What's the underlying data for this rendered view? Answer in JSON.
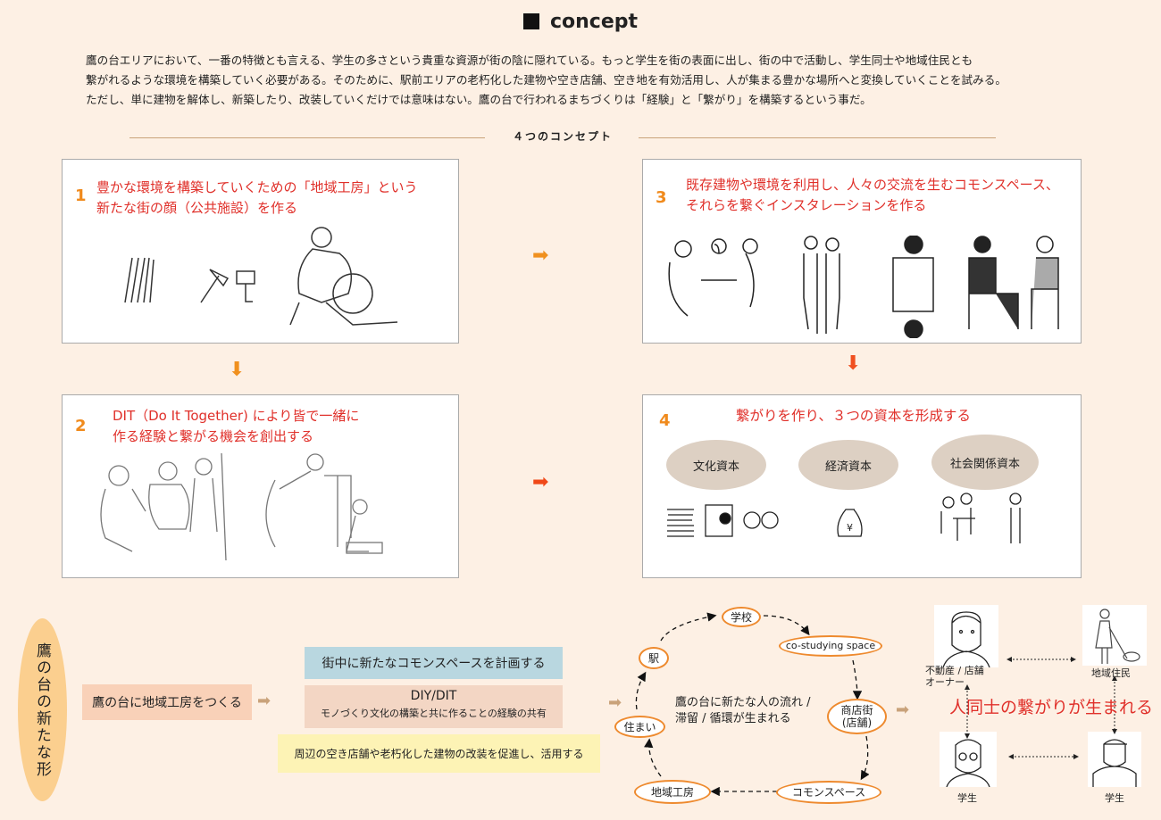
{
  "title": "concept",
  "intro": [
    "鷹の台エリアにおいて、一番の特徴とも言える、学生の多さという貴重な資源が街の陰に隠れている。もっと学生を街の表面に出し、街の中で活動し、学生同士や地域住民とも",
    "繋がれるような環境を構築していく必要がある。そのために、駅前エリアの老朽化した建物や空き店舗、空き地を有効活用し、人が集まる豊かな場所へと変換していくことを試みる。",
    "ただし、単に建物を解体し、新築したり、改装していくだけでは意味はない。鷹の台で行われるまちづくりは「経験」と「繋がり」を構築するという事だ。"
  ],
  "subtitle": "４つのコンセプト",
  "concepts": [
    {
      "num": "1",
      "lines": [
        "豊かな環境を構築していくための「地域工房」という",
        "新たな街の顔（公共施設）を作る"
      ]
    },
    {
      "num": "2",
      "lines": [
        "DIT（Do It Together) により皆で一緒に",
        "作る経験と繋がる機会を創出する"
      ]
    },
    {
      "num": "3",
      "lines": [
        "既存建物や環境を利用し、人々の交流を生むコモンスペース、",
        "それらを繋ぐインスタレーションを作る"
      ]
    },
    {
      "num": "4",
      "lines": [
        "繋がりを作り、３つの資本を形成する"
      ]
    }
  ],
  "capitals": [
    "文化資本",
    "経済資本",
    "社会関係資本"
  ],
  "bottom": {
    "side_label": "鷹の台の新たな形",
    "start": "鷹の台に地域工房をつくる",
    "blue": "街中に新たなコモンスペースを計画する",
    "diy_title": "DIY/DIT",
    "diy_sub": "モノづくり文化の構築と共に作ることの経験の共有",
    "yellow": "周辺の空き店舗や老朽化した建物の改装を促進し、活用する",
    "cycle": {
      "school": "学校",
      "costudy": "co-studying space",
      "station": "駅",
      "shops": [
        "商店街",
        "(店舗)"
      ],
      "home": "住まい",
      "workshop": "地域工房",
      "common": "コモンスペース",
      "center": [
        "鷹の台に新たな人の流れ /",
        "滞留 / 循環が生まれる"
      ]
    },
    "people": {
      "owner": [
        "不動産 / 店舗",
        "オーナー"
      ],
      "resident": "地域住民",
      "student1": "学生",
      "student2": "学生",
      "result": "人同士の繋がりが生まれる"
    }
  },
  "colors": {
    "accent": "#e0302a",
    "orange": "#f08a1c",
    "tan": "#c9a27a"
  }
}
